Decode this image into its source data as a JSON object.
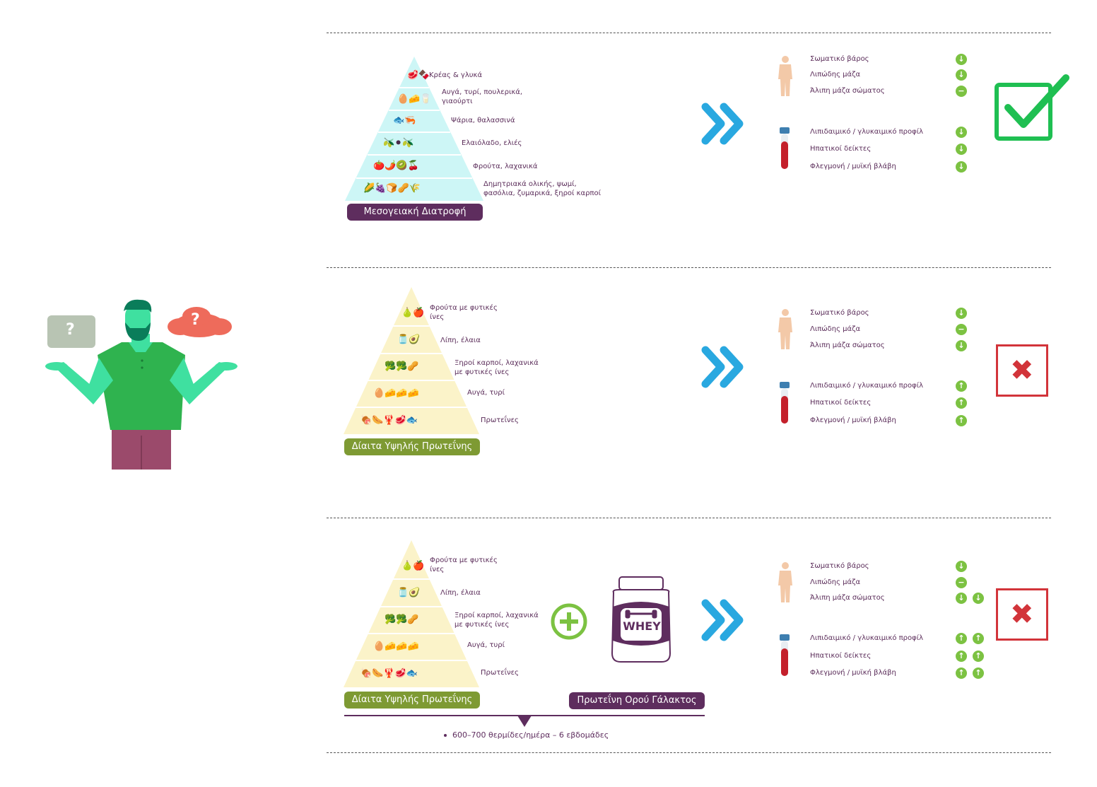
{
  "colors": {
    "mediterranean": "#5e2d5e",
    "high_protein": "#7e9a33",
    "whey": "#5e2d5e",
    "arrow": "#29a8e0",
    "indicator": "#7cc242",
    "cross": "#d2343a",
    "check": "#1fbf52"
  },
  "row1": {
    "diet_title": "Μεσογειακή Διατροφή",
    "levels": [
      "Κρέας & γλυκά",
      "Αυγά, τυρί, πουλερικά, γιαούρτι",
      "Ψάρια, θαλασσινά",
      "Ελαιόλαδο, ελιές",
      "Φρούτα, λαχανικά",
      "Δημητριακά ολικής, ψωμί, φασόλια, ζυμαρικά, ξηροί καρποί"
    ],
    "body_metrics": [
      "Σωματικό βάρος",
      "Λιπώδης μάζα",
      "Άλιπη μάζα σώματος"
    ],
    "blood_metrics": [
      "Λιπιδαιμικό / γλυκαιμικό προφίλ",
      "Ηπατικοί δείκτες",
      "Φλεγμονή / μυϊκή βλάβη"
    ],
    "body_indicators": [
      "down",
      "down",
      "neutral"
    ],
    "blood_indicators": [
      "down",
      "down",
      "down"
    ],
    "result": "check"
  },
  "row2": {
    "diet_title": "Δίαιτα Υψηλής Πρωτεΐνης",
    "levels": [
      "Φρούτα με φυτικές ίνες",
      "Λίπη, έλαια",
      "Ξηροί καρποί, λαχανικά με φυτικές ίνες",
      "Αυγά, τυρί",
      "Πρωτεΐνες"
    ],
    "body_metrics": [
      "Σωματικό βάρος",
      "Λιπώδης μάζα",
      "Άλιπη μάζα σώματος"
    ],
    "blood_metrics": [
      "Λιπιδαιμικό / γλυκαιμικό προφίλ",
      "Ηπατικοί δείκτες",
      "Φλεγμονή / μυϊκή βλάβη"
    ],
    "body_indicators": [
      "down",
      "neutral",
      "down"
    ],
    "blood_indicators": [
      "up",
      "up",
      "up"
    ],
    "result": "cross"
  },
  "row3": {
    "diet_title": "Δίαιτα Υψηλής Πρωτεΐνης",
    "supplement_title": "Πρωτεΐνη Ορού Γάλακτος",
    "whey_label": "WHEY",
    "levels": [
      "Φρούτα με φυτικές ίνες",
      "Λίπη, έλαια",
      "Ξηροί καρποί, λαχανικά με φυτικές ίνες",
      "Αυγά, τυρί",
      "Πρωτεΐνες"
    ],
    "note": "600–700 θερμίδες/ημέρα – 6 εβδομάδες",
    "body_metrics": [
      "Σωματικό βάρος",
      "Λιπώδης μάζα",
      "Άλιπη μάζα σώματος"
    ],
    "blood_metrics": [
      "Λιπιδαιμικό / γλυκαιμικό προφίλ",
      "Ηπατικοί δείκτες",
      "Φλεγμονή / μυϊκή βλάβη"
    ],
    "body_indicators": [
      [
        "down"
      ],
      [
        "neutral"
      ],
      [
        "down",
        "down"
      ]
    ],
    "blood_indicators": [
      [
        "up",
        "up"
      ],
      [
        "up",
        "up"
      ],
      [
        "up",
        "up"
      ]
    ],
    "result": "cross"
  },
  "person": {
    "bubble_left": "?",
    "bubble_right": "?"
  },
  "glyphs": {
    "down": "↓",
    "up": "↑",
    "neutral": "−",
    "cross": "✖"
  }
}
